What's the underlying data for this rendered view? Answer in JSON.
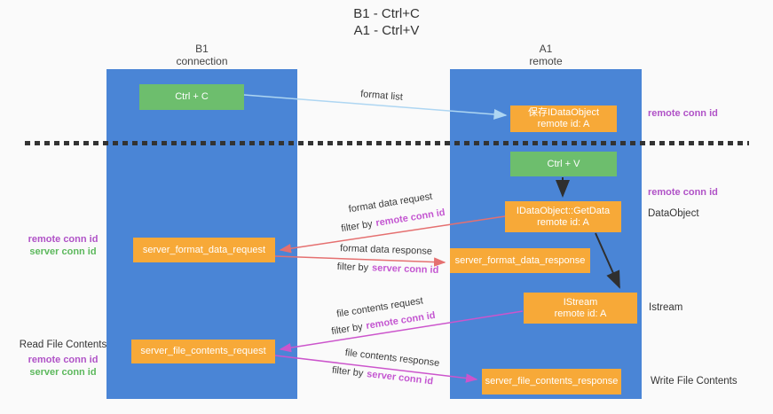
{
  "title": {
    "line1": "B1 - Ctrl+C",
    "line2": "A1 - Ctrl+V"
  },
  "lifelines": {
    "left": {
      "name": "B1",
      "subtitle": "connection"
    },
    "right": {
      "name": "A1",
      "subtitle": "remote"
    }
  },
  "nodes": {
    "ctrl_c": {
      "label": "Ctrl + C"
    },
    "save_idataobject": {
      "line1": "保存IDataObject",
      "line2": "remote id: A"
    },
    "ctrl_v": {
      "label": "Ctrl + V"
    },
    "getdata": {
      "line1": "IDataObject::GetData",
      "line2": "remote id: A"
    },
    "format_request": {
      "label": "server_format_data_request"
    },
    "format_response": {
      "label": "server_format_data_response"
    },
    "istream": {
      "line1": "IStream",
      "line2": "remote id: A"
    },
    "file_request": {
      "label": "server_file_contents_request"
    },
    "file_response": {
      "label": "server_file_contents_response"
    }
  },
  "flows": {
    "format_list": {
      "label": "format list"
    },
    "format_data_request": {
      "label": "format data request",
      "filter_prefix": "filter by",
      "filter_key": "remote conn id"
    },
    "format_data_response": {
      "label": "format data response",
      "filter_prefix": "filter by",
      "filter_key": "server conn id"
    },
    "file_contents_request": {
      "label": "file contents request",
      "filter_prefix": "filter by",
      "filter_key": "remote conn id"
    },
    "file_contents_response": {
      "label": "file contents response",
      "filter_prefix": "filter by",
      "filter_key": "server conn id"
    }
  },
  "side_labels": {
    "right_remote_conn_id_1": "remote conn id",
    "right_remote_conn_id_2": "remote conn id",
    "dataobject": "DataObject",
    "istream": "Istream",
    "write_file_contents": "Write File Contents",
    "left_remote_conn_id_1": "remote conn id",
    "left_server_conn_id_1": "server conn id",
    "read_file_contents": "Read File Contents",
    "left_remote_conn_id_2": "remote conn id",
    "left_server_conn_id_2": "server conn id"
  },
  "colors": {
    "lifeline_blue": "#4a85d6",
    "action_green": "#6dbe6d",
    "message_orange": "#f7a938",
    "remote_conn_purple": "#b052c7",
    "server_conn_green": "#5cb85c",
    "filter_purple": "#c457d1",
    "request_red": "#e57070",
    "file_magenta": "#cc55cc",
    "format_list_blue": "#aed6f2"
  }
}
